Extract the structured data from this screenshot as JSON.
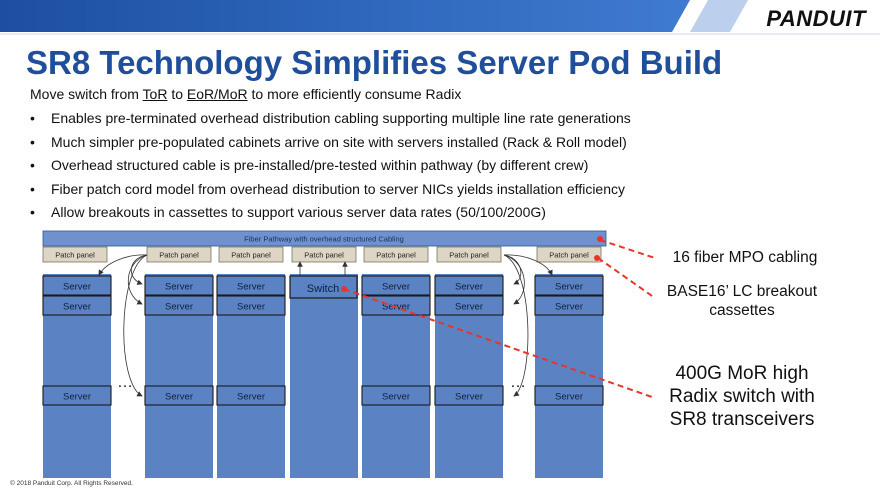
{
  "header": {
    "logo": "PANDUIT"
  },
  "title": "SR8 Technology Simplifies Server Pod Build",
  "subtitle": {
    "prefix": "Move switch from ",
    "tor": "ToR",
    "mid1": " to ",
    "eor": "EoR/MoR",
    "suffix": " to more efficiently consume Radix"
  },
  "bullets": [
    "Enables pre-terminated overhead distribution cabling supporting multiple line rate generations",
    "Much simpler pre-populated cabinets arrive on site with servers installed (Rack & Roll model)",
    "Overhead structured cable is pre-installed/pre-tested within pathway (by different crew)",
    "Fiber patch cord model from overhead distribution to server NICs yields installation efficiency",
    "Allow breakouts in cassettes to support various server data rates (50/100/200G)"
  ],
  "diagram": {
    "pathway_label": "Fiber Pathway with overhead structured Cabling",
    "patch_panel_label": "Patch panel",
    "server_label": "Server",
    "switch_label": "Switch",
    "ellipsis": "…",
    "colors": {
      "rack": "#5b83c4",
      "pathway": "#6f92cf",
      "patch_panel": "#ddd6c4",
      "arrow": "#e8352b",
      "title": "#1f4e9a"
    }
  },
  "callouts": {
    "mpo": "16 fiber MPO cabling",
    "base16_line1": "BASE16’ LC breakout",
    "base16_line2": "cassettes",
    "mor_line1": "400G MoR high",
    "mor_line2": "Radix switch with",
    "mor_line3": "SR8 transceivers"
  },
  "footer": {
    "copyright": "© 2018 Panduit Corp.  All Rights Reserved."
  }
}
